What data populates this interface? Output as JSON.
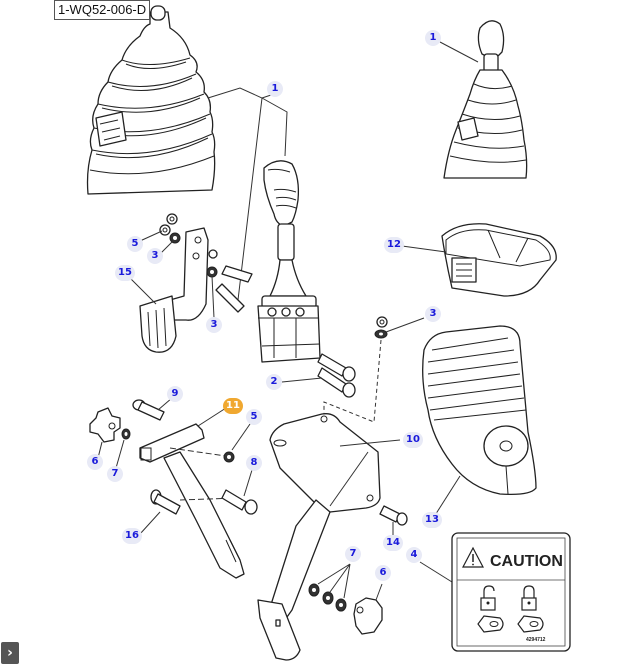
{
  "diagram": {
    "reference_code": "1-WQ52-006-D",
    "highlight_color": "#f0a830",
    "callout_color": "#1a1adb",
    "callouts": [
      {
        "id": "c1a",
        "label": "1"
      },
      {
        "id": "c1b",
        "label": "1"
      },
      {
        "id": "c2",
        "label": "2"
      },
      {
        "id": "c3a",
        "label": "3"
      },
      {
        "id": "c3b",
        "label": "3"
      },
      {
        "id": "c3c",
        "label": "3"
      },
      {
        "id": "c4",
        "label": "4"
      },
      {
        "id": "c5a",
        "label": "5"
      },
      {
        "id": "c5b",
        "label": "5"
      },
      {
        "id": "c6a",
        "label": "6"
      },
      {
        "id": "c6b",
        "label": "6"
      },
      {
        "id": "c7a",
        "label": "7"
      },
      {
        "id": "c7b",
        "label": "7"
      },
      {
        "id": "c8",
        "label": "8"
      },
      {
        "id": "c9",
        "label": "9"
      },
      {
        "id": "c10",
        "label": "10"
      },
      {
        "id": "c11",
        "label": "11",
        "highlighted": true
      },
      {
        "id": "c12",
        "label": "12"
      },
      {
        "id": "c13",
        "label": "13"
      },
      {
        "id": "c14",
        "label": "14"
      },
      {
        "id": "c15",
        "label": "15"
      },
      {
        "id": "c16",
        "label": "16"
      }
    ],
    "parts": [
      {
        "name": "joystick-boot-large",
        "icon": "rubber-boot"
      },
      {
        "name": "joystick-assembly",
        "icon": "joystick"
      },
      {
        "name": "joystick-with-boot",
        "icon": "joystick-boot"
      },
      {
        "name": "console-tray",
        "icon": "tray"
      },
      {
        "name": "bellows-cover",
        "icon": "bellows"
      },
      {
        "name": "mounting-bracket",
        "icon": "bracket"
      },
      {
        "name": "mounting-plate",
        "icon": "plate"
      },
      {
        "name": "support-arm",
        "icon": "arm"
      },
      {
        "name": "star-knob",
        "icon": "star-knob"
      },
      {
        "name": "caution-decal",
        "icon": "decal"
      }
    ],
    "caution_label": {
      "title": "CAUTION",
      "part_number": "4294712",
      "symbols": [
        "unlocked-padlock-icon",
        "locked-padlock-icon",
        "latch-icon",
        "latch-icon"
      ]
    }
  },
  "nav": {
    "expand_button_symbol": "›",
    "expand_button_icon": "chevron-right-icon"
  }
}
